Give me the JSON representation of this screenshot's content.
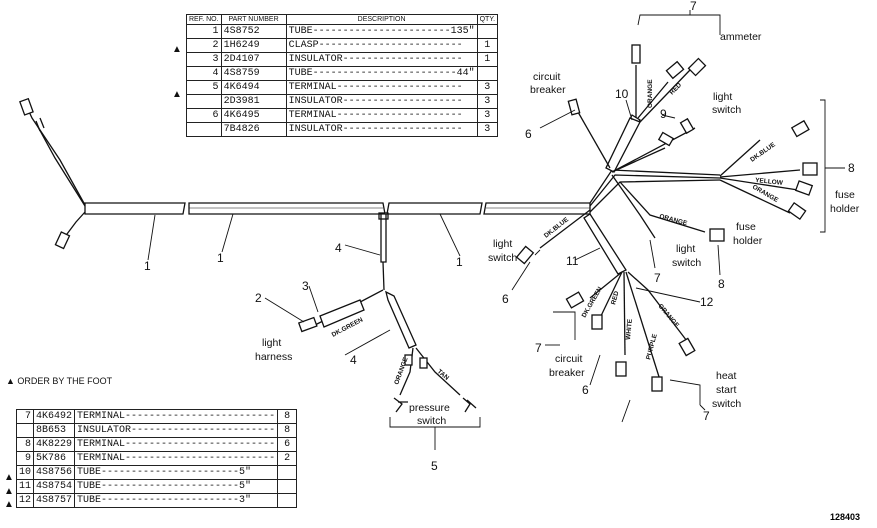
{
  "top_table": {
    "headers": {
      "ref": "REF. NO.",
      "part": "PART NUMBER",
      "desc": "DESCRIPTION",
      "qty": "QTY."
    },
    "rows": [
      {
        "mark": "▲",
        "ref": "1",
        "part": "4S8752",
        "desc": "TUBE-----------------------135\"",
        "qty": ""
      },
      {
        "mark": "",
        "ref": "2",
        "part": "1H6249",
        "desc": "CLASP------------------------",
        "qty": "1"
      },
      {
        "mark": "",
        "ref": "3",
        "part": "2D4107",
        "desc": "INSULATOR--------------------",
        "qty": "1"
      },
      {
        "mark": "▲",
        "ref": "4",
        "part": "4S8759",
        "desc": "TUBE------------------------44\"",
        "qty": ""
      },
      {
        "mark": "",
        "ref": "5",
        "part": "4K6494",
        "desc": "TERMINAL---------------------",
        "qty": "3"
      },
      {
        "mark": "",
        "ref": "",
        "part": "2D3981",
        "desc": "INSULATOR--------------------",
        "qty": "3"
      },
      {
        "mark": "",
        "ref": "6",
        "part": "4K6495",
        "desc": "TERMINAL---------------------",
        "qty": "3"
      },
      {
        "mark": "",
        "ref": "",
        "part": "7B4826",
        "desc": "INSULATOR--------------------",
        "qty": "3"
      }
    ]
  },
  "bottom_table": {
    "rows": [
      {
        "mark": "",
        "ref": "7",
        "part": "4K6492",
        "desc": "TERMINAL-------------------------",
        "qty": "8"
      },
      {
        "mark": "",
        "ref": "",
        "part": "8B653",
        "desc": "INSULATOR------------------------",
        "qty": "8"
      },
      {
        "mark": "",
        "ref": "8",
        "part": "4K8229",
        "desc": "TERMINAL-------------------------",
        "qty": "6"
      },
      {
        "mark": "",
        "ref": "9",
        "part": "5K786",
        "desc": "TERMINAL-------------------------",
        "qty": "2"
      },
      {
        "mark": "▲",
        "ref": "10",
        "part": "4S8756",
        "desc": "TUBE-----------------------5\"",
        "qty": ""
      },
      {
        "mark": "▲",
        "ref": "11",
        "part": "4S8754",
        "desc": "TUBE-----------------------5\"",
        "qty": ""
      },
      {
        "mark": "▲",
        "ref": "12",
        "part": "4S8757",
        "desc": "TUBE-----------------------3\"",
        "qty": ""
      }
    ]
  },
  "note": "▲ ORDER BY THE FOOT",
  "figure_number": "128403",
  "callouts": {
    "ammeter": "ammeter",
    "circuit_breaker_top_1": "circuit",
    "circuit_breaker_top_2": "breaker",
    "light_switch_top_1": "light",
    "light_switch_top_2": "switch",
    "fuse_holder_right_1": "fuse",
    "fuse_holder_right_2": "holder",
    "fuse_holder_mid_1": "fuse",
    "fuse_holder_mid_2": "holder",
    "light_switch_mid_1": "light",
    "light_switch_mid_2": "switch",
    "light_switch_left_1": "light",
    "light_switch_left_2": "switch",
    "light_harness_1": "light",
    "light_harness_2": "harness",
    "pressure_switch_1": "pressure",
    "pressure_switch_2": "switch",
    "circuit_breaker_bottom_1": "circuit",
    "circuit_breaker_bottom_2": "breaker",
    "heat_start_1": "heat",
    "heat_start_2": "start",
    "heat_start_3": "switch"
  },
  "wire_colors": {
    "orange": "ORANGE",
    "red": "RED",
    "dk_blue": "DK.BLUE",
    "yellow": "YELLOW",
    "dk_green": "DK.GREEN",
    "white": "WHITE",
    "purple": "PURPLE",
    "tan": "TAN"
  },
  "ref_numbers": {
    "n1a": "1",
    "n1b": "1",
    "n1c": "1",
    "n2": "2",
    "n3": "3",
    "n4a": "4",
    "n4b": "4",
    "n5": "5",
    "n6a": "6",
    "n6b": "6",
    "n6c": "6",
    "n7a": "7",
    "n7b": "7",
    "n7c": "7",
    "n7d": "7",
    "n8a": "8",
    "n8b": "8",
    "n9": "9",
    "n10": "10",
    "n11": "11",
    "n12": "12"
  }
}
